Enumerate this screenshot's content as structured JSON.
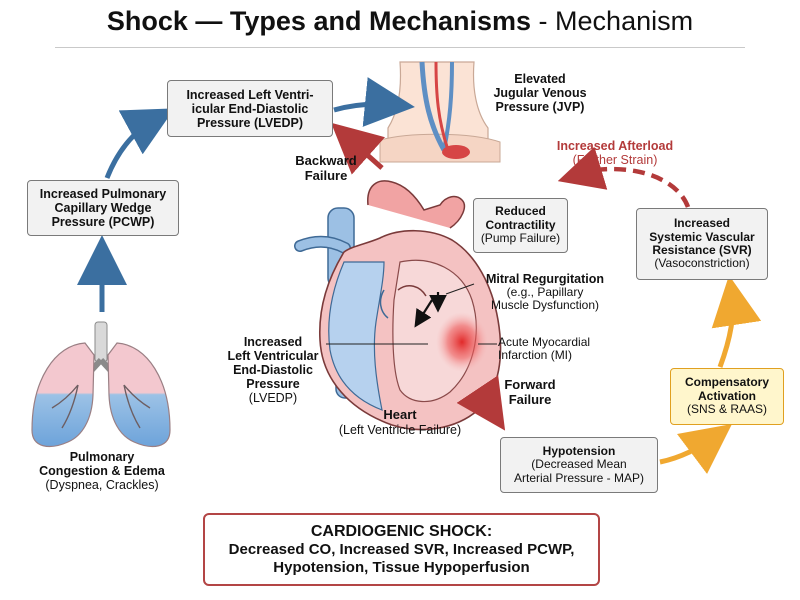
{
  "title": {
    "main": "Shock — Types and Mechanisms",
    "sub": "- Mechanism"
  },
  "nodes": {
    "lvedp_top": {
      "lines": [
        "Increased Left Ventri-",
        "icular End-Diastolic",
        "Pressure (LVEDP)"
      ]
    },
    "jvp": {
      "lines": [
        "Elevated",
        "Jugular Venous",
        "Pressure (JVP)"
      ]
    },
    "pcwp": {
      "lines": [
        "Increased Pulmonary",
        "Capillary Wedge",
        "Pressure (PCWP)"
      ]
    },
    "reduced_contractility": {
      "title_lines": [
        "Reduced",
        "Contractility"
      ],
      "sub": "(Pump Failure)"
    },
    "svr": {
      "title_lines": [
        "Increased",
        "Systemic Vascular",
        "Resistance (SVR)"
      ],
      "sub": "(Vasoconstriction)"
    },
    "compensatory": {
      "title_lines": [
        "Compensatory",
        "Activation"
      ],
      "sub": "(SNS & RAAS)"
    },
    "hypotension": {
      "title": "Hypotension",
      "sub_lines": [
        "(Decreased Mean",
        "Arterial Pressure - MAP)"
      ]
    }
  },
  "labels": {
    "increased_afterload": "Increased Afterload",
    "further_strain": "(Further Strain)",
    "backward_failure": [
      "Backward",
      "Failure"
    ],
    "forward_failure": [
      "Forward",
      "Failure"
    ],
    "mitral_title": "Mitral Regurgitation",
    "mitral_sub": [
      "(e.g., Papillary",
      "Muscle Dysfunction)"
    ],
    "acute_mi": [
      "Acute Myocardial",
      "Infarction (MI)"
    ],
    "lvedp_heart_bold": [
      "Increased",
      "Left Ventricular",
      "End-Diastolic",
      "Pressure"
    ],
    "lvedp_heart_sub": "(LVEDP)",
    "heart_title": "Heart",
    "heart_sub": "(Left Ventricle Failure)",
    "pulm_title": [
      "Pulmonary",
      "Congestion & Edema"
    ],
    "pulm_sub": "(Dyspnea, Crackles)"
  },
  "summary": {
    "heading": "CARDIOGENIC SHOCK:",
    "line1": "Decreased CO, Increased SVR, Increased PCWP,",
    "line2": "Hypotension, Tissue Hypoperfusion"
  },
  "colors": {
    "accent_red": "#b33a3a",
    "arrow_blue": "#3b6fa0",
    "arrow_orange": "#f0a830",
    "compensatory_bg": "#fff6cc",
    "compensatory_border": "#e0a020"
  }
}
